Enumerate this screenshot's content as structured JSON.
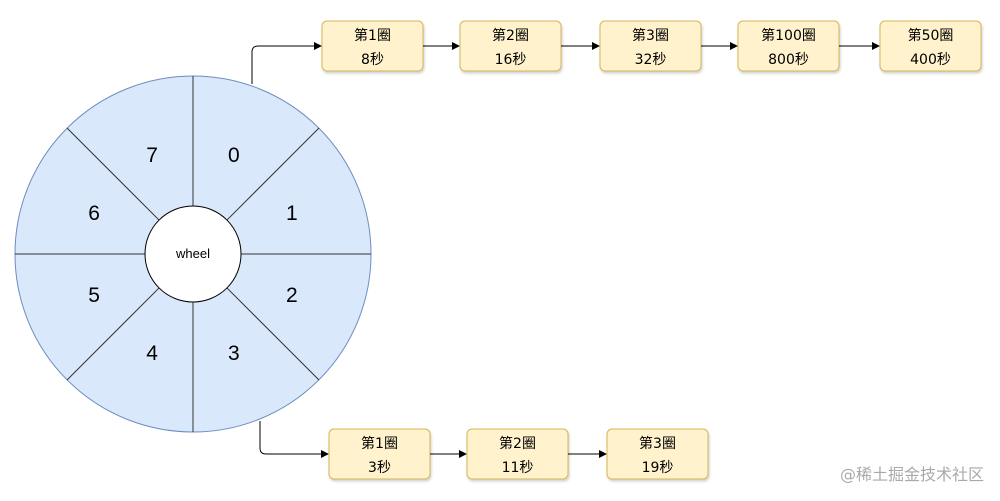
{
  "wheel": {
    "hub_label": "wheel",
    "slots": [
      "0",
      "1",
      "2",
      "3",
      "4",
      "5",
      "6",
      "7"
    ],
    "colors": {
      "fill": "#dae8fc",
      "stroke": "#6c8ebf",
      "divider": "#333333",
      "hub_fill": "#ffffff"
    }
  },
  "chains": [
    {
      "from_slot": "0",
      "nodes": [
        {
          "round": "第1圈",
          "delay": "8秒"
        },
        {
          "round": "第2圈",
          "delay": "16秒"
        },
        {
          "round": "第3圈",
          "delay": "32秒"
        },
        {
          "round": "第100圈",
          "delay": "800秒"
        },
        {
          "round": "第50圈",
          "delay": "400秒"
        }
      ]
    },
    {
      "from_slot": "3",
      "nodes": [
        {
          "round": "第1圈",
          "delay": "3秒"
        },
        {
          "round": "第2圈",
          "delay": "11秒"
        },
        {
          "round": "第3圈",
          "delay": "19秒"
        }
      ]
    }
  ],
  "node_colors": {
    "fill": "#fff2cc",
    "stroke": "#d6b656"
  },
  "watermark": "@稀土掘金技术社区"
}
